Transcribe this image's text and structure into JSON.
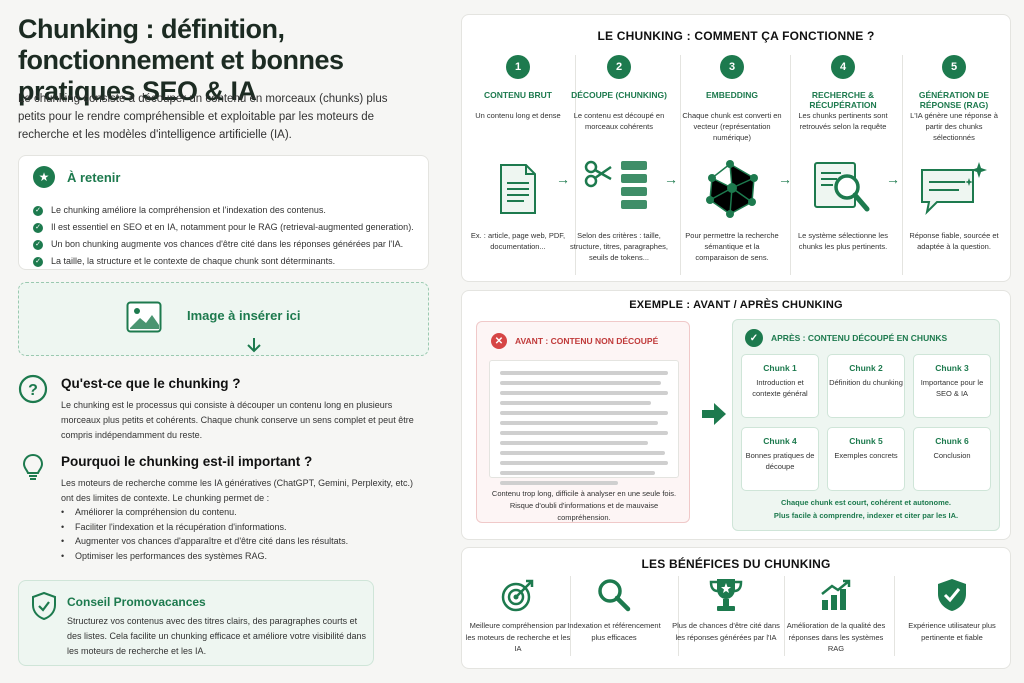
{
  "title": "Chunking : définition, fonctionnement et bonnes pratiques SEO & IA",
  "intro": "Le chunking consiste à découper un contenu en morceaux (chunks) plus petits pour le rendre compréhensible et exploitable par les moteurs de recherche et les modèles d'intelligence artificielle (IA).",
  "retenir": {
    "title": "À retenir",
    "items": [
      "Le chunking améliore la compréhension et l'indexation des contenus.",
      "Il est essentiel en SEO et en IA, notamment pour le RAG (retrieval-augmented generation).",
      "Un bon chunking augmente vos chances d'être cité dans les réponses générées par l'IA.",
      "La taille, la structure et le contexte de chaque chunk sont déterminants."
    ]
  },
  "image_placeholder": "Image à insérer ici",
  "what": {
    "title": "Qu'est-ce que le chunking ?",
    "text": "Le chunking est le processus qui consiste à découper un contenu long en plusieurs morceaux plus petits et cohérents. Chaque chunk conserve un sens complet et peut être compris indépendamment du reste."
  },
  "why": {
    "title": "Pourquoi le chunking est-il important ?",
    "text": "Les moteurs de recherche comme les IA génératives (ChatGPT, Gemini, Perplexity, etc.) ont des limites de contexte. Le chunking permet de :",
    "items": [
      "Améliorer la compréhension du contenu.",
      "Faciliter l'indexation et la récupération d'informations.",
      "Augmenter vos chances d'apparaître et d'être cité dans les résultats.",
      "Optimiser les performances des systèmes RAG."
    ]
  },
  "conseil": {
    "title": "Conseil Promovacances",
    "text": "Structurez vos contenus avec des titres clairs, des paragraphes courts et des listes. Cela facilite un chunking efficace et améliore votre visibilité dans les moteurs de recherche et les IA."
  },
  "steps": {
    "title": "LE CHUNKING : COMMENT ÇA FONCTIONNE ?",
    "items": [
      {
        "num": "1",
        "title": "CONTENU BRUT",
        "desc": "Un contenu long et dense",
        "note": "Ex. : article, page web, PDF, documentation...",
        "icon": "document-icon"
      },
      {
        "num": "2",
        "title": "DÉCOUPE (CHUNKING)",
        "desc": "Le contenu est découpé en morceaux cohérents",
        "note": "Selon des critères : taille, structure, titres, paragraphes, seuils de tokens...",
        "icon": "scissors-icon"
      },
      {
        "num": "3",
        "title": "EMBEDDING",
        "desc": "Chaque chunk est converti en vecteur (représentation numérique)",
        "note": "Pour permettre la recherche sémantique et la comparaison de sens.",
        "icon": "network-icon"
      },
      {
        "num": "4",
        "title": "RECHERCHE & RÉCUPÉRATION",
        "desc": "Les chunks pertinents sont retrouvés selon la requête",
        "note": "Le système sélectionne les chunks les plus pertinents.",
        "icon": "magnifier-icon"
      },
      {
        "num": "5",
        "title": "GÉNÉRATION DE RÉPONSE (RAG)",
        "desc": "L'IA génère une réponse à partir des chunks sélectionnés",
        "note": "Réponse fiable, sourcée et adaptée à la question.",
        "icon": "sparkle-chat-icon"
      }
    ]
  },
  "example": {
    "title": "EXEMPLE : AVANT / APRÈS CHUNKING",
    "avant_title": "AVANT : CONTENU NON DÉCOUPÉ",
    "avant_foot": "Contenu trop long, difficile à analyser en une seule fois. Risque d'oubli d'informations et de mauvaise compréhension.",
    "apres_title": "APRÈS : CONTENU DÉCOUPÉ EN CHUNKS",
    "chunks": [
      {
        "title": "Chunk 1",
        "desc": "Introduction et contexte général"
      },
      {
        "title": "Chunk 2",
        "desc": "Définition du chunking"
      },
      {
        "title": "Chunk 3",
        "desc": "Importance pour le SEO & IA"
      },
      {
        "title": "Chunk 4",
        "desc": "Bonnes pratiques de découpe"
      },
      {
        "title": "Chunk 5",
        "desc": "Exemples concrets"
      },
      {
        "title": "Chunk 6",
        "desc": "Conclusion"
      }
    ],
    "apres_foot_1": "Chaque chunk est court, cohérent et autonome.",
    "apres_foot_2": "Plus facile à comprendre, indexer et citer par les IA."
  },
  "benefits": {
    "title": "LES BÉNÉFICES DU CHUNKING",
    "items": [
      {
        "text": "Meilleure compréhension par les moteurs de recherche et les IA",
        "icon": "target-icon"
      },
      {
        "text": "Indexation et référencement plus efficaces",
        "icon": "magnifier-icon"
      },
      {
        "text": "Plus de chances d'être cité dans les réponses générées par l'IA",
        "icon": "trophy-icon"
      },
      {
        "text": "Amélioration de la qualité des réponses dans les systèmes RAG",
        "icon": "chart-up-icon"
      },
      {
        "text": "Expérience utilisateur plus pertinente et fiable",
        "icon": "shield-icon"
      }
    ]
  },
  "colors": {
    "accent": "#1d7a4e",
    "danger": "#d64545",
    "light_green": "#eef6f1"
  }
}
